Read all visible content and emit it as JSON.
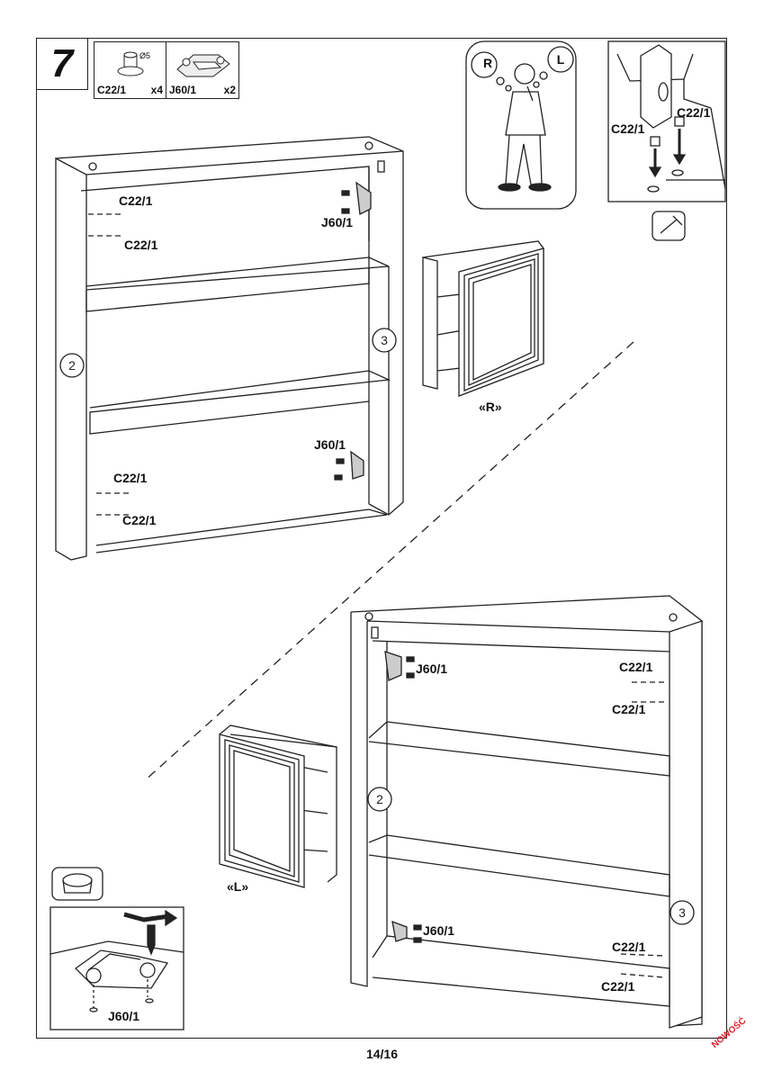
{
  "step": {
    "number": "7"
  },
  "parts": [
    {
      "code": "C22/1",
      "qty": "x4",
      "detail": "Ø5"
    },
    {
      "code": "J60/1",
      "qty": "x2"
    }
  ],
  "labels": {
    "c22": "C22/1",
    "j60": "J60/1",
    "panel2": "2",
    "panel3": "3",
    "door_right": "«R»",
    "door_left": "«L»",
    "think_r": "R",
    "think_l": "L"
  },
  "footer": {
    "page": "14/16",
    "badge": "NOWOŚĆ"
  },
  "colors": {
    "line": "#222222",
    "badge": "#e0202a"
  },
  "icons": [
    "thinking-man-icon",
    "hammer-icon",
    "rotate-icon",
    "screwdriver-icon",
    "dowel-icon",
    "hinge-icon"
  ]
}
